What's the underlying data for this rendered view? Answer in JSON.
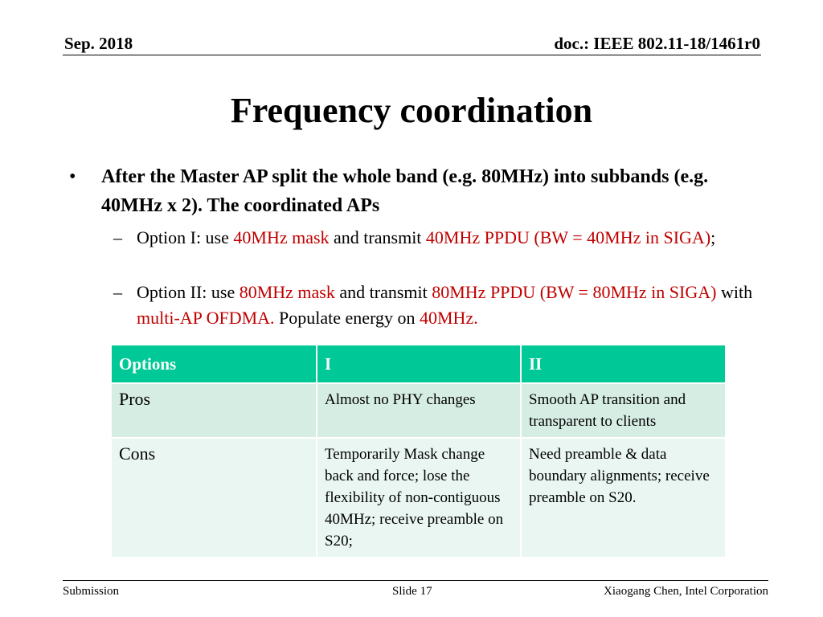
{
  "header": {
    "date": "Sep. 2018",
    "doc": "doc.: IEEE 802.11-18/1461r0"
  },
  "title": "Frequency coordination",
  "bullet": {
    "marker": "•",
    "text": "After the Master AP split the whole band (e.g. 80MHz) into subbands (e.g. 40MHz x 2). The coordinated APs"
  },
  "sub_bullets": [
    {
      "dash": "–",
      "parts": [
        {
          "text": "Option I: use ",
          "red": false
        },
        {
          "text": "40MHz mask",
          "red": true
        },
        {
          "text": " and transmit ",
          "red": false
        },
        {
          "text": "40MHz PPDU (BW = 40MHz in SIGA)",
          "red": true
        },
        {
          "text": ";",
          "red": false
        }
      ]
    },
    {
      "dash": "–",
      "parts": [
        {
          "text": "Option II: use ",
          "red": false
        },
        {
          "text": "80MHz mask",
          "red": true
        },
        {
          "text": " and transmit ",
          "red": false
        },
        {
          "text": "80MHz PPDU (BW = 80MHz in SIGA)",
          "red": true
        },
        {
          "text": " with ",
          "red": false
        },
        {
          "text": "multi-AP OFDMA.",
          "red": true
        },
        {
          "text": " Populate energy on ",
          "red": false
        },
        {
          "text": "40MHz.",
          "red": true
        }
      ]
    }
  ],
  "table": {
    "headers": [
      "Options",
      "I",
      "II"
    ],
    "rows": [
      [
        "Pros",
        "Almost no PHY changes",
        "Smooth AP transition and transparent to clients"
      ],
      [
        "Cons",
        "Temporarily Mask change back and force; lose the flexibility of non-contiguous 40MHz; receive preamble on S20;",
        "Need preamble & data boundary alignments; receive preamble on S20."
      ]
    ]
  },
  "footer": {
    "left": "Submission",
    "center": "Slide 17",
    "right": "Xiaogang Chen, Intel Corporation"
  },
  "colors": {
    "accent_red": "#c00000",
    "table_header": "#00c896",
    "row_odd": "#d6ede4",
    "row_even": "#e9f6f1"
  }
}
